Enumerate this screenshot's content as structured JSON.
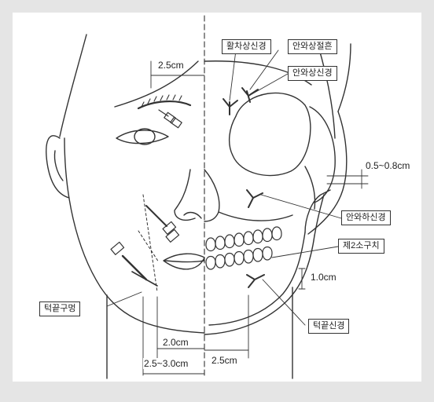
{
  "labels": {
    "supratrochlear_nerve": "활차상신경",
    "supraorbital_notch": "안와상절흔",
    "supraorbital_nerve": "안와상신경",
    "infraorbital_nerve": "안와하신경",
    "second_premolar": "제2소구치",
    "mental_nerve": "턱끝신경",
    "mental_foramen": "턱끝구멍"
  },
  "measurements": {
    "top_distance": "2.5cm",
    "orbit_gap": "0.5~0.8cm",
    "jaw_height": "1.0cm",
    "lower_inner": "2.0cm",
    "lower_right": "2.5cm",
    "lower_outer": "2.5~3.0cm"
  }
}
